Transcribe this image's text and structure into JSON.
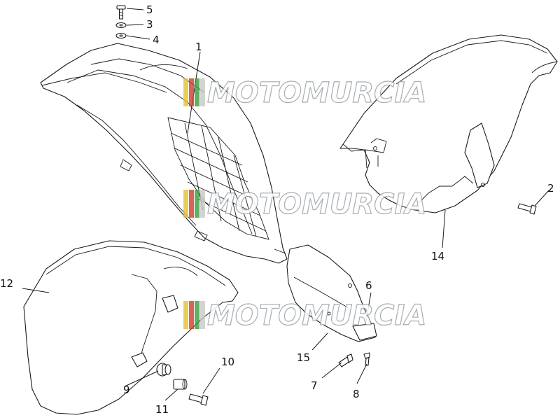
{
  "callouts": [
    "1",
    "2",
    "3",
    "4",
    "5",
    "6",
    "7",
    "8",
    "9",
    "10",
    "11",
    "12",
    "14",
    "15"
  ],
  "watermark": {
    "text": "MOTOMURCIA",
    "colors": [
      "#e8c030",
      "#d23b2a",
      "#3c9a3c",
      "#c8c8c8"
    ]
  }
}
